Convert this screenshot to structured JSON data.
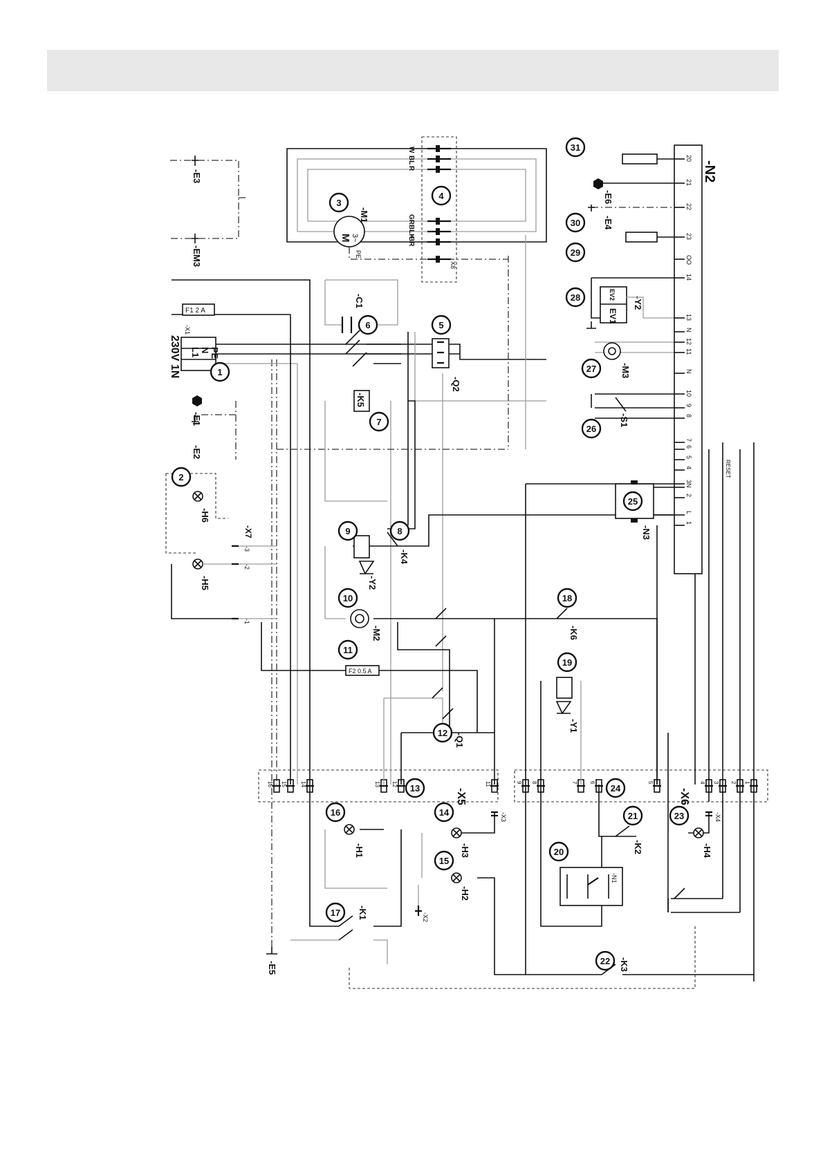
{
  "diagram": {
    "component_numbers": [
      "1",
      "2",
      "3",
      "4",
      "5",
      "6",
      "7",
      "8",
      "9",
      "10",
      "11",
      "12",
      "13",
      "14",
      "15",
      "16",
      "17",
      "18",
      "19",
      "20",
      "21",
      "22",
      "23",
      "24",
      "25",
      "26",
      "27",
      "28",
      "29",
      "30",
      "31"
    ],
    "labels": {
      "N2": "-N2",
      "M1": "-M1",
      "M1_sym": "M",
      "M1_sub": "3~",
      "M2": "-M2",
      "M3": "-M3",
      "C1": "-C1",
      "K1": "-K1",
      "K2": "-K2",
      "K3": "-K3",
      "K4": "-K4",
      "K5": "-K5",
      "K6": "-K6",
      "Q1": "-Q1",
      "Q2": "-Q2",
      "Y1": "-Y1",
      "Y2": "-Y2",
      "Y2b": "-Y2",
      "S1": "-S1",
      "N1": "-N1",
      "N3": "-N3",
      "H1": "-H1",
      "H2": "-H2",
      "H3": "-H3",
      "H4": "-H4",
      "H5": "-H5",
      "H6": "-H6",
      "E1": "-E1",
      "E2": "-E2",
      "E3": "-E3",
      "E4": "-E4",
      "E5": "-E5",
      "E6": "-E6",
      "EM3": "-EM3",
      "X1": "-X1",
      "X2": "-X2",
      "X3": "-X3",
      "X4": "-X4",
      "X5": "-X5",
      "X6": "-X6",
      "X7": "-X7",
      "X8": "X8",
      "supply": "230V 1N",
      "L1": "L1",
      "N": "N",
      "PE": "PE",
      "fuse1": "F1 2 A",
      "fuse2": "F2 0.5 A",
      "EV1": "EV1",
      "EV2": "EV2",
      "RESET": "RESET",
      "PE_motor": "PE"
    },
    "wire_colors": [
      "W",
      "BL",
      "R",
      "GR",
      "BLK",
      "BR"
    ],
    "n2_terminals": [
      "20",
      "21",
      "22",
      "23",
      "OO",
      "14",
      "13",
      "N",
      "12",
      "11",
      "N",
      "10",
      "9",
      "8",
      "7",
      "6",
      "5",
      "4",
      "3",
      "N",
      "2",
      "L",
      "1"
    ],
    "x5_terminals": [
      "11",
      "12",
      "13",
      "14",
      "15",
      "16"
    ],
    "x6_terminals": [
      "1",
      "2",
      "3",
      "4",
      "5",
      "6",
      "7",
      "8",
      "9"
    ],
    "x7_terminals": [
      "-1",
      "-2",
      "-3"
    ],
    "colors": {
      "ink": "#111111",
      "grey_wire": "#9a9a9a",
      "header": "#e8e8e8"
    }
  }
}
